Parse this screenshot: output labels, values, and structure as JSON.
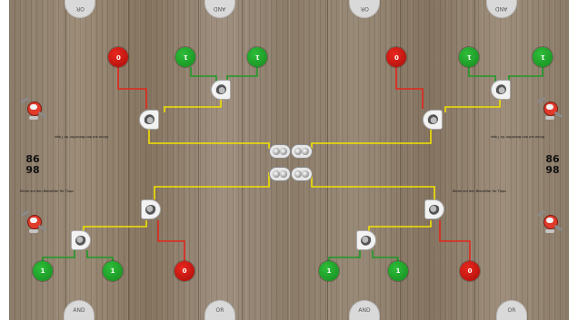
{
  "board": {
    "top_tabs": [
      {
        "label": "OR"
      },
      {
        "label": "AND"
      },
      {
        "label": "OR"
      },
      {
        "label": "AND"
      }
    ],
    "bottom_tabs": [
      {
        "label": "AND"
      },
      {
        "label": "OR"
      },
      {
        "label": "AND"
      },
      {
        "label": "OR"
      }
    ],
    "inputs": {
      "top_left_red": "0",
      "top_left_green_a": "1",
      "top_left_green_b": "1",
      "top_right_red": "0",
      "top_right_green_a": "1",
      "top_right_green_b": "1",
      "bottom_left_green_a": "1",
      "bottom_left_green_b": "1",
      "bottom_left_red": "0",
      "bottom_right_green_a": "1",
      "bottom_right_green_b": "1",
      "bottom_right_red": "0"
    },
    "hints": {
      "left_top": "Klicke auf den Bleistifter für Tipps",
      "left_bottom": "Klicke auf den Bleistifter für Tipps",
      "right_top": "Klicke auf den Bleistifter für Tipps",
      "right_bottom": "Klicke auf den Bleistifter für Tipps"
    },
    "scores": {
      "left_top": "86",
      "left_bottom": "98",
      "right_top": "86",
      "right_bottom": "98"
    },
    "colors": {
      "wire_yellow": "#f2e200",
      "wire_red": "#e3261b",
      "wire_green": "#1f9a27",
      "input_on": "#1a9a25",
      "input_off": "#d3150f"
    },
    "icons": {
      "gate": "logic-gate-icon",
      "robot": "robot-mascot-icon",
      "bulb": "output-bulb-icon"
    }
  }
}
